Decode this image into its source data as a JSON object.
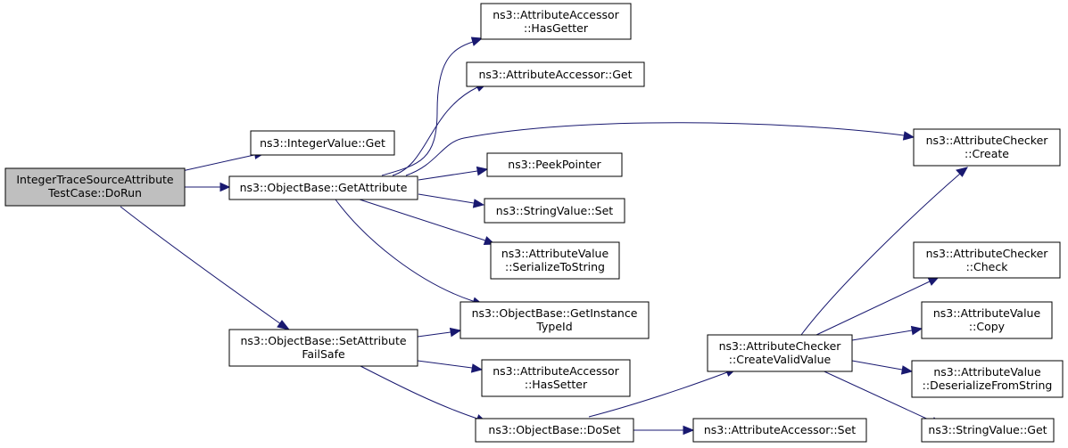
{
  "nodes": {
    "run": {
      "lines": [
        "IntegerTraceSourceAttribute",
        "TestCase::DoRun"
      ],
      "root": true
    },
    "intget": {
      "lines": [
        "ns3::IntegerValue::Get"
      ]
    },
    "getattr": {
      "lines": [
        "ns3::ObjectBase::GetAttribute"
      ]
    },
    "setattrfs": {
      "lines": [
        "ns3::ObjectBase::SetAttribute",
        "FailSafe"
      ]
    },
    "hasgetter": {
      "lines": [
        "ns3::AttributeAccessor",
        "::HasGetter"
      ]
    },
    "accget": {
      "lines": [
        "ns3::AttributeAccessor::Get"
      ]
    },
    "chkcreate": {
      "lines": [
        "ns3::AttributeChecker",
        "::Create"
      ]
    },
    "peek": {
      "lines": [
        "ns3::PeekPointer"
      ]
    },
    "strset": {
      "lines": [
        "ns3::StringValue::Set"
      ]
    },
    "serialize": {
      "lines": [
        "ns3::AttributeValue",
        "::SerializeToString"
      ]
    },
    "getinst": {
      "lines": [
        "ns3::ObjectBase::GetInstance",
        "TypeId"
      ]
    },
    "hassetter": {
      "lines": [
        "ns3::AttributeAccessor",
        "::HasSetter"
      ]
    },
    "doset": {
      "lines": [
        "ns3::ObjectBase::DoSet"
      ]
    },
    "accset": {
      "lines": [
        "ns3::AttributeAccessor::Set"
      ]
    },
    "createvalid": {
      "lines": [
        "ns3::AttributeChecker",
        "::CreateValidValue"
      ]
    },
    "check": {
      "lines": [
        "ns3::AttributeChecker",
        "::Check"
      ]
    },
    "copy": {
      "lines": [
        "ns3::AttributeValue",
        "::Copy"
      ]
    },
    "deser": {
      "lines": [
        "ns3::AttributeValue",
        "::DeserializeFromString"
      ]
    },
    "strget": {
      "lines": [
        "ns3::StringValue::Get"
      ]
    }
  },
  "edges": [
    [
      "run",
      "intget"
    ],
    [
      "run",
      "getattr"
    ],
    [
      "run",
      "setattrfs"
    ],
    [
      "getattr",
      "hasgetter"
    ],
    [
      "getattr",
      "accget"
    ],
    [
      "getattr",
      "chkcreate"
    ],
    [
      "getattr",
      "peek"
    ],
    [
      "getattr",
      "strset"
    ],
    [
      "getattr",
      "serialize"
    ],
    [
      "getattr",
      "getinst"
    ],
    [
      "setattrfs",
      "getinst"
    ],
    [
      "setattrfs",
      "hassetter"
    ],
    [
      "setattrfs",
      "doset"
    ],
    [
      "doset",
      "createvalid"
    ],
    [
      "doset",
      "accset"
    ],
    [
      "createvalid",
      "chkcreate"
    ],
    [
      "createvalid",
      "check"
    ],
    [
      "createvalid",
      "copy"
    ],
    [
      "createvalid",
      "deser"
    ],
    [
      "createvalid",
      "strget"
    ]
  ],
  "colors": {
    "edge": "#191970",
    "root_fill": "#bfbfbf",
    "node_fill": "#ffffff",
    "border": "#000000"
  }
}
